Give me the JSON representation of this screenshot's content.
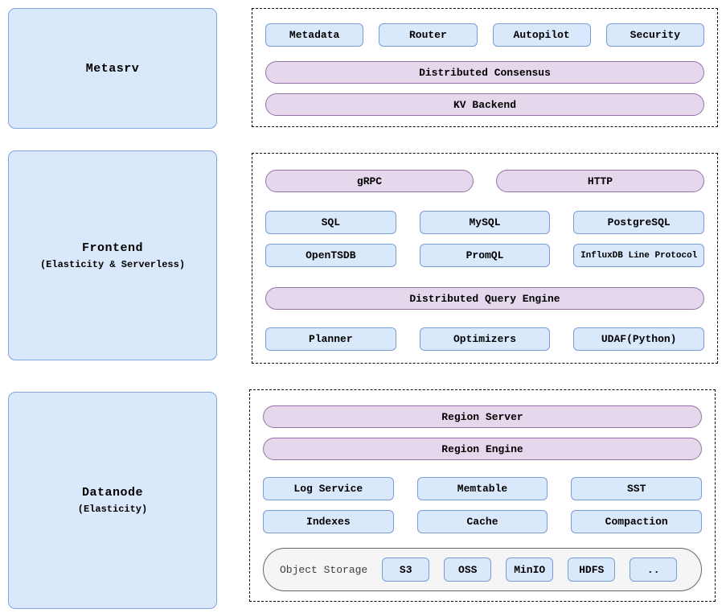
{
  "colors": {
    "blue_fill": "#dae8fc",
    "blue_border": "#7a9cd9",
    "bigbox_border": "#84a3dc",
    "purple_fill": "#e5d8ec",
    "purple_border": "#9673a6",
    "gray_fill": "#f5f5f5",
    "gray_border": "#666666",
    "dashed_border": "#000000",
    "text": "#000000"
  },
  "metasrv": {
    "title": "Metasrv",
    "components": [
      "Metadata",
      "Router",
      "Autopilot",
      "Security"
    ],
    "consensus_pill": "Distributed Consensus",
    "kv_pill": "KV Backend"
  },
  "frontend": {
    "title": "Frontend",
    "subtitle": "(Elasticity & Serverless)",
    "grpc_pill": "gRPC",
    "http_pill": "HTTP",
    "protocols": [
      "SQL",
      "MySQL",
      "PostgreSQL",
      "OpenTSDB",
      "PromQL",
      "InfluxDB Line Protocol"
    ],
    "query_engine_pill": "Distributed Query Engine",
    "engine_components": [
      "Planner",
      "Optimizers",
      "UDAF(Python)"
    ]
  },
  "datanode": {
    "title": "Datanode",
    "subtitle": "(Elasticity)",
    "region_server_pill": "Region Server",
    "region_engine_pill": "Region Engine",
    "components": [
      "Log Service",
      "Memtable",
      "SST",
      "Indexes",
      "Cache",
      "Compaction"
    ],
    "object_storage": {
      "label": "Object Storage",
      "backends": [
        "S3",
        "OSS",
        "MinIO",
        "HDFS",
        ".."
      ]
    }
  }
}
